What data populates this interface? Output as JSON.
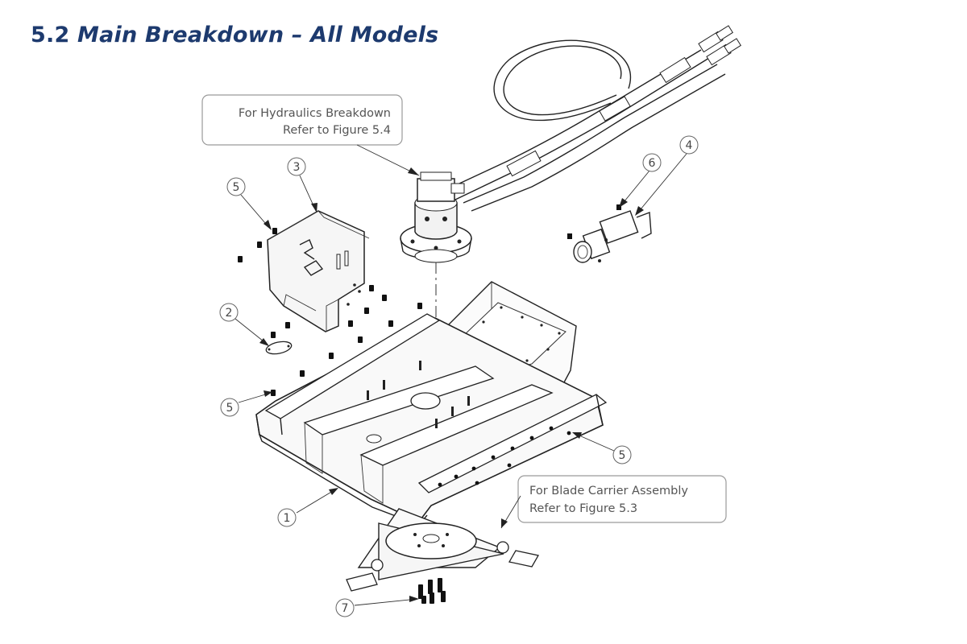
{
  "page": {
    "section_number": "5.2",
    "title": "Main Breakdown – All Models"
  },
  "callouts": {
    "hydraulics": {
      "line1": "For Hydraulics Breakdown",
      "line2": "Refer to Figure 5.4"
    },
    "blade_carrier": {
      "line1": "For Blade Carrier Assembly",
      "line2": "Refer to Figure 5.3"
    }
  },
  "balloons": {
    "b1": "1",
    "b2": "2",
    "b3": "3",
    "b4": "4",
    "b5a": "5",
    "b5b": "5",
    "b5c": "5",
    "b6": "6",
    "b7": "7"
  },
  "colors": {
    "title": "#1d3a6e",
    "line": "#222222",
    "balloon_stroke": "#666666",
    "callout_border": "#9a9a9a"
  }
}
